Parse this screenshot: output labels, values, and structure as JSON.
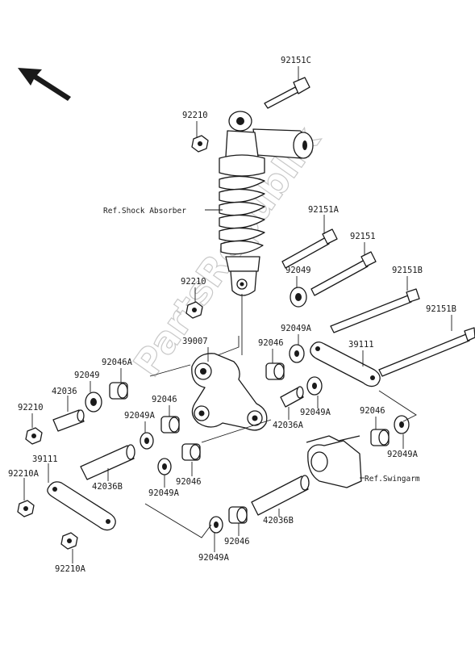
{
  "watermark": "PartsRepublik",
  "references": {
    "shock": "Ref.Shock Absorber",
    "swingarm": "Ref.Swingarm"
  },
  "labels": [
    "92151C",
    "92210",
    "92151A",
    "92151",
    "92049",
    "92210",
    "92151B",
    "92151B",
    "92049A",
    "39111",
    "39007",
    "92046",
    "92046A",
    "92049",
    "42036",
    "92210",
    "92046",
    "92049A",
    "92049A",
    "42036A",
    "92046",
    "92049A",
    "39111",
    "42036B",
    "92049A",
    "92046",
    "92210A",
    "42036B",
    "92046",
    "92049A",
    "92210A"
  ],
  "icons": {
    "direction": "direction-arrow-icon"
  }
}
